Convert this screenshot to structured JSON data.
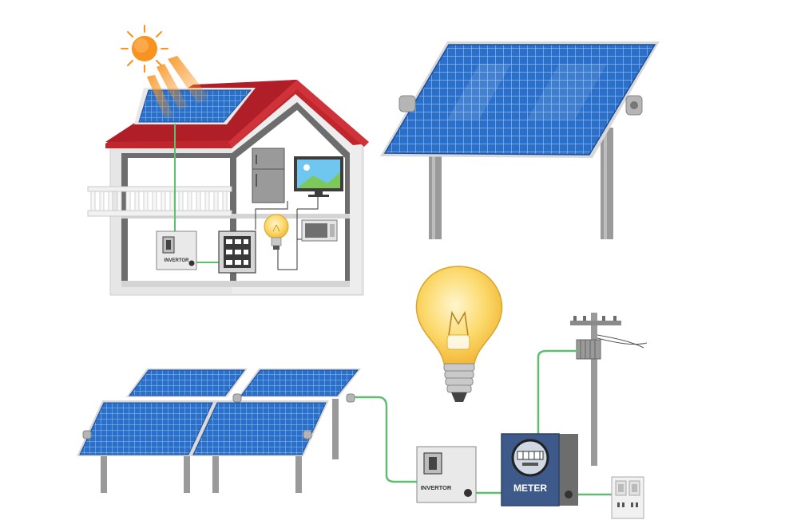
{
  "labels": {
    "house_inverter": "INVERTOR",
    "ground_inverter": "INVERTOR",
    "meter": "METER"
  },
  "colors": {
    "panel_blue": "#2a6fc9",
    "panel_grid": "#9cc4f0",
    "roof_red": "#c0272d",
    "wire_green": "#5fbf6e",
    "sun_orange": "#f7931e",
    "bulb_yellow": "#fbd96b",
    "meter_blue": "#3e5a8a"
  },
  "icons": [
    "sun-icon",
    "solar-panel-icon",
    "house-icon",
    "refrigerator-icon",
    "tv-icon",
    "light-bulb-icon",
    "microwave-icon",
    "inverter-icon",
    "breaker-box-icon",
    "electric-meter-icon",
    "utility-pole-icon",
    "power-outlet-icon"
  ]
}
